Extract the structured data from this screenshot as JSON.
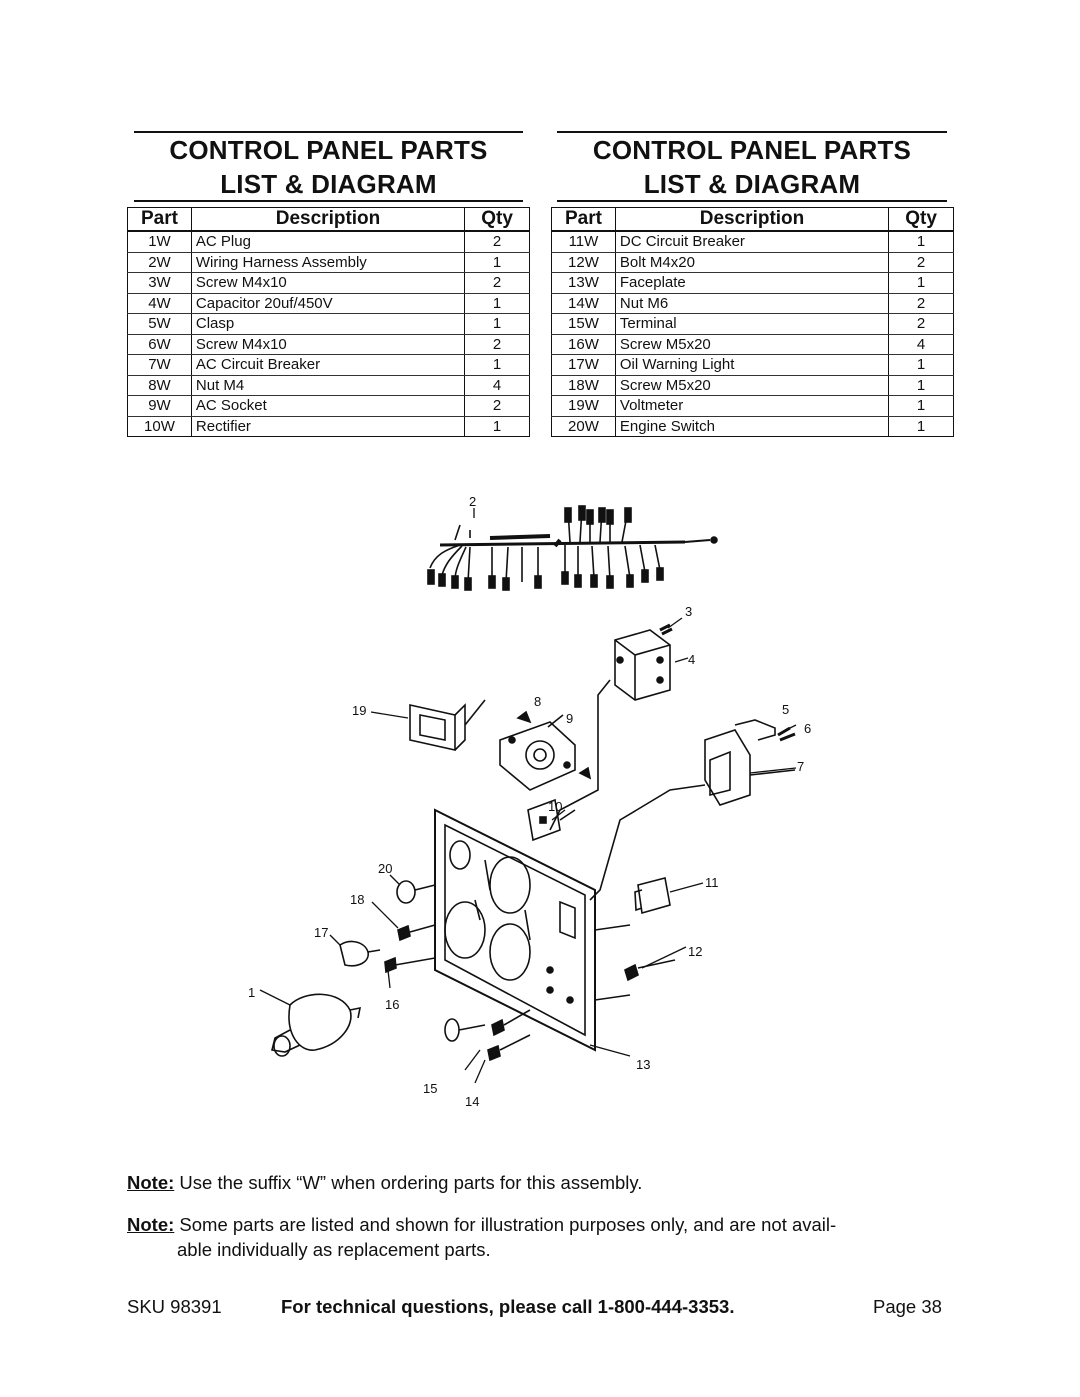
{
  "left_heading": {
    "line1": "CONTROL PANEL PARTS",
    "line2": "LIST & DIAGRAM"
  },
  "right_heading": {
    "line1": "CONTROL PANEL PARTS",
    "line2": "LIST & DIAGRAM"
  },
  "table_headers": {
    "part": "Part",
    "description": "Description",
    "qty": "Qty"
  },
  "left_table": [
    {
      "part": "1W",
      "description": "AC Plug",
      "qty": "2"
    },
    {
      "part": "2W",
      "description": "Wiring Harness Assembly",
      "qty": "1"
    },
    {
      "part": "3W",
      "description": "Screw M4x10",
      "qty": "2"
    },
    {
      "part": "4W",
      "description": "Capacitor 20uf/450V",
      "qty": "1"
    },
    {
      "part": "5W",
      "description": "Clasp",
      "qty": "1"
    },
    {
      "part": "6W",
      "description": "Screw M4x10",
      "qty": "2"
    },
    {
      "part": "7W",
      "description": "AC Circuit Breaker",
      "qty": "1"
    },
    {
      "part": "8W",
      "description": "Nut M4",
      "qty": "4"
    },
    {
      "part": "9W",
      "description": "AC Socket",
      "qty": "2"
    },
    {
      "part": "10W",
      "description": "Rectifier",
      "qty": "1"
    }
  ],
  "right_table": [
    {
      "part": "11W",
      "description": "DC Circuit Breaker",
      "qty": "1"
    },
    {
      "part": "12W",
      "description": "Bolt M4x20",
      "qty": "2"
    },
    {
      "part": "13W",
      "description": "Faceplate",
      "qty": "1"
    },
    {
      "part": "14W",
      "description": "Nut M6",
      "qty": "2"
    },
    {
      "part": "15W",
      "description": "Terminal",
      "qty": "2"
    },
    {
      "part": "16W",
      "description": "Screw M5x20",
      "qty": "4"
    },
    {
      "part": "17W",
      "description": "Oil Warning Light",
      "qty": "1"
    },
    {
      "part": "18W",
      "description": "Screw M5x20",
      "qty": "1"
    },
    {
      "part": "19W",
      "description": "Voltmeter",
      "qty": "1"
    },
    {
      "part": "20W",
      "description": "Engine Switch",
      "qty": "1"
    }
  ],
  "diagram_callouts": [
    "1",
    "2",
    "3",
    "4",
    "5",
    "6",
    "7",
    "8",
    "9",
    "10",
    "11",
    "12",
    "13",
    "14",
    "15",
    "16",
    "17",
    "18",
    "19",
    "20"
  ],
  "notes": [
    {
      "label": "Note:",
      "text": "Use the suffix “W” when ordering parts for this assembly."
    },
    {
      "label": "Note:",
      "text": "Some parts are listed and shown for illustration purposes only, and are not avail-",
      "text2": "able individually as replacement parts."
    }
  ],
  "footer": {
    "sku": "SKU 98391",
    "contact": "For technical questions, please call 1-800-444-3353.",
    "page": "Page 38"
  }
}
